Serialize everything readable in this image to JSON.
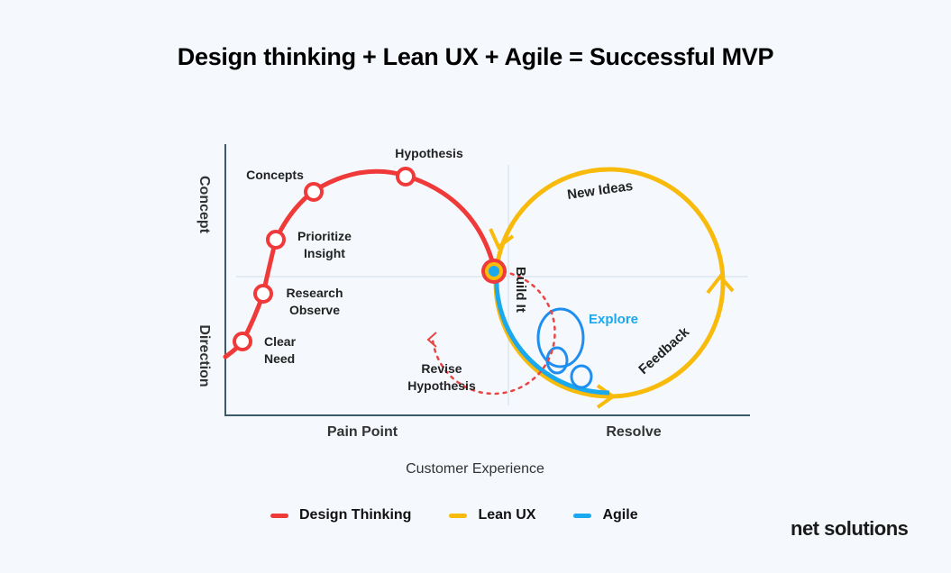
{
  "title": "Design thinking + Lean UX + Agile = Successful MVP",
  "axes": {
    "y_top": "Concept",
    "y_bottom": "Direction",
    "x_left": "Pain Point",
    "x_right": "Resolve",
    "x_title": "Customer Experience"
  },
  "design_thinking_steps": [
    {
      "label_lines": [
        "Clear",
        "Need"
      ]
    },
    {
      "label_lines": [
        "Research",
        "Observe"
      ]
    },
    {
      "label_lines": [
        "Prioritize",
        "Insight"
      ]
    },
    {
      "label_lines": [
        "Concepts"
      ]
    },
    {
      "label_lines": [
        "Hypothesis"
      ]
    }
  ],
  "loop_labels": {
    "revise_1": "Revise",
    "revise_2": "Hypothesis",
    "build": "Build It",
    "new_ideas": "New Ideas",
    "feedback": "Feedback",
    "explore": "Explore"
  },
  "legend": [
    {
      "label": "Design Thinking",
      "color": "#f03a3a"
    },
    {
      "label": "Lean UX",
      "color": "#f9bb0b"
    },
    {
      "label": "Agile",
      "color": "#1aa8ef"
    }
  ],
  "colors": {
    "design_thinking": "#f03a3a",
    "lean_ux": "#f9bb0b",
    "agile": "#1aa8ef",
    "explore": "#1e8ff0",
    "axis": "#3d5a6c",
    "grid": "#dbe5f0"
  },
  "brand": "net solutions"
}
